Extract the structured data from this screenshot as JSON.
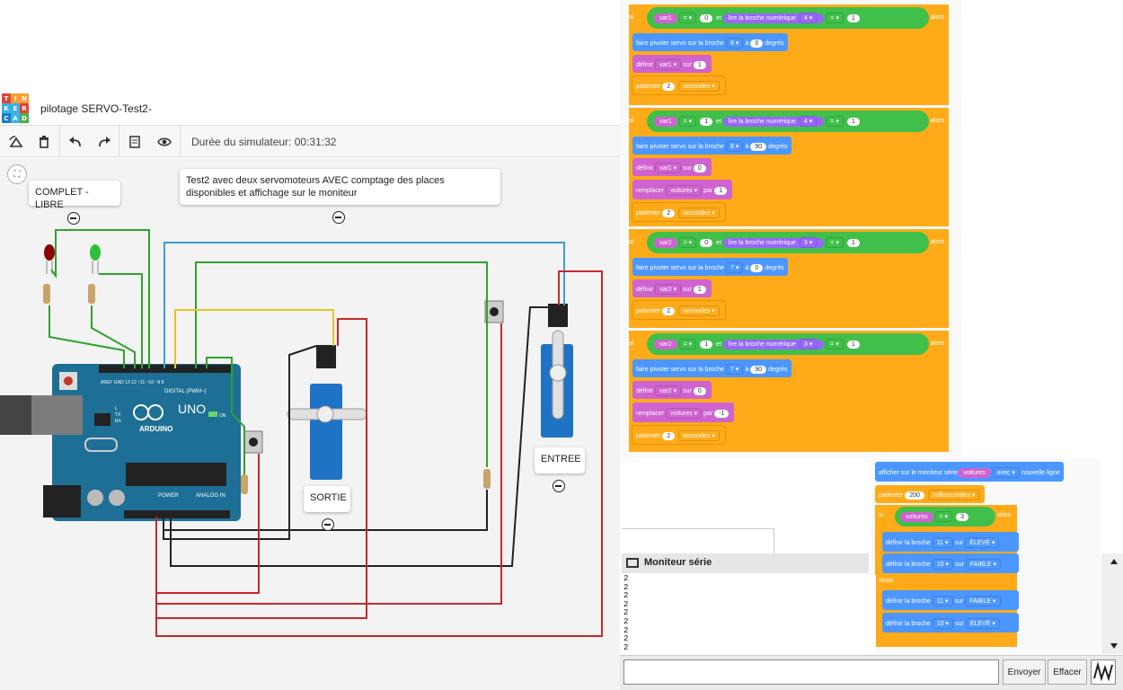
{
  "project": {
    "title": "pilotage SERVO-Test2-"
  },
  "logo_letters": [
    "T",
    "I",
    "N",
    "K",
    "E",
    "R",
    "C",
    "A",
    "D"
  ],
  "toolbar": {
    "sim_time": "Durée du simulateur: 00:31:32"
  },
  "notes": {
    "status": "COMPLET - LIBRE",
    "description": "Test2 avec deux servomoteurs AVEC comptage des places disponibles et affichage sur le moniteur",
    "sortie": "SORTIE",
    "entree": "ENTREE"
  },
  "board": {
    "brand": "ARDUINO",
    "model": "UNO",
    "digital": "DIGITAL (PWM~)",
    "analog": "ANALOG IN",
    "power": "POWER",
    "on": "ON",
    "tx": "TX",
    "rx": "RX",
    "l": "L"
  },
  "blocks": {
    "si": "si",
    "et": "et",
    "alors": "alors",
    "sinon": "sinon",
    "lire": "lire la broche numérique",
    "pivoter": "faire pivoter servo sur la broche",
    "a": "à",
    "degres": "degrés",
    "definir": "définir",
    "sur": "sur",
    "patienter": "patienter",
    "secondes": "secondes",
    "millisecondes": "millisecondes",
    "remplacer": "remplacer",
    "par": "par",
    "voitures": "voitures",
    "eq": "=",
    "lt": "<",
    "afficher": "afficher sur le moniteur série",
    "avec": "avec",
    "nouvelle_ligne": "nouvelle ligne",
    "definir_broche": "définir la broche",
    "eleve": "ÉLEVÉ",
    "faible": "FAIBLE",
    "groups": [
      {
        "var": "var1",
        "v": "0",
        "pin": "4",
        "pv": "1",
        "servo": "8",
        "deg": "0",
        "setv": "1",
        "wait": "2"
      },
      {
        "var": "var1",
        "v": "1",
        "pin": "4",
        "pv": "1",
        "servo": "8",
        "deg": "90",
        "setv": "0",
        "repl": "1",
        "wait": "2"
      },
      {
        "var": "var2",
        "v": "0",
        "pin": "3",
        "pv": "1",
        "servo": "7",
        "deg": "0",
        "setv": "1",
        "wait": "2"
      },
      {
        "var": "var2",
        "v": "1",
        "pin": "3",
        "pv": "1",
        "servo": "7",
        "deg": "90",
        "setv": "0",
        "repl": "-1",
        "wait": "2"
      }
    ],
    "ms": "200",
    "limit": "3",
    "pin11": "11",
    "pin10": "10"
  },
  "serial": {
    "title": "Moniteur série",
    "lines": [
      "2",
      "2",
      "2",
      "2",
      "2",
      "2",
      "2",
      "2",
      "2"
    ],
    "send": "Envoyer",
    "clear": "Effacer"
  },
  "colors": {
    "orange": "#ffab19",
    "blue": "#4c97ff",
    "pink": "#cf63cf",
    "green": "#40bf4a",
    "board": "#1d6f95"
  }
}
